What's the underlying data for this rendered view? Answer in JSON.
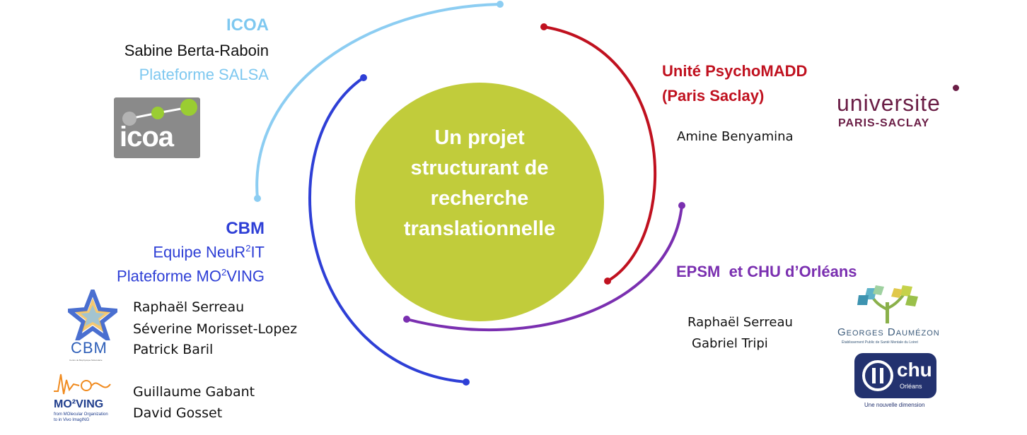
{
  "center": {
    "lines": [
      "Un projet",
      "structurant de",
      "recherche",
      "translationnelle"
    ]
  },
  "icoa": {
    "title": "ICOA",
    "person": "Sabine Berta-Raboin",
    "platform": "Plateforme SALSA",
    "logo_text": "icoa"
  },
  "cbm": {
    "title": "CBM",
    "team_prefix": "Equipe NeuR",
    "team_sup": "2",
    "team_suffix": "IT",
    "platform_prefix": "Plateforme MO",
    "platform_sup": "2",
    "platform_suffix": "VING",
    "people_group1": [
      "Raphaël Serreau",
      "Séverine Morisset-Lopez",
      "Patrick Baril"
    ],
    "people_group2": [
      "Guillaume Gabant",
      "David Gosset"
    ],
    "logo_cbm": "CBM",
    "logo_cbm_sub": "Centre de Biophysique Moléculaire",
    "logo_moving": "MO²VING",
    "logo_moving_sub1": "from MOlecular Organization",
    "logo_moving_sub2": "to in Vivo ImagING"
  },
  "psychomadd": {
    "title_line1": "Unité PsychoMADD",
    "title_line2": "(Paris Saclay)",
    "person": "Amine Benyamina",
    "logo_line1": "universite",
    "logo_line2": "PARIS-SACLAY"
  },
  "epsm": {
    "title": "EPSM  et CHU d’Orléans",
    "people": [
      "Raphaël Serreau",
      "Gabriel Tripi"
    ],
    "logo_daumezon": "Georges Daumézon",
    "logo_daumezon_sub": "Établissement Public de Santé Mentale du Loiret",
    "logo_chu": "chu",
    "logo_chu_sub": "Orléans",
    "logo_chu_tagline": "Une nouvelle dimension"
  },
  "colors": {
    "center": "#c1cc3b",
    "icoa": "#7ec8f0",
    "cbm": "#2e3fd6",
    "psychomadd": "#c0111f",
    "epsm": "#7a2fb0",
    "text": "#111111"
  }
}
